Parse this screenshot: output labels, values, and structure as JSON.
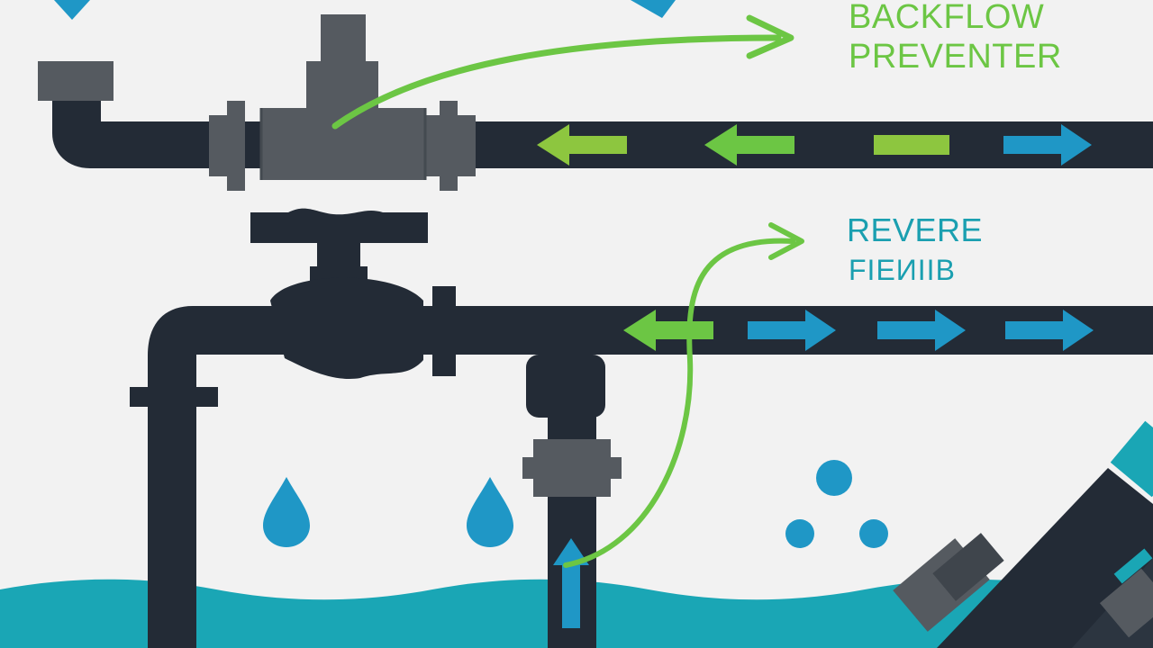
{
  "labels": {
    "backflow": "BACKFLOW",
    "preventer": "PREVENTER",
    "reverse": "REVERE",
    "flow": "FIEИIIB"
  },
  "colors": {
    "background": "#f2f2f2",
    "pipe": "#232b36",
    "valve": "#555a60",
    "accent_green": "#6cc644",
    "accent_lime": "#8dc63f",
    "accent_blue": "#1f97c6",
    "water_teal": "#1aa6b5",
    "text_green": "#6cc644",
    "text_teal": "#1a9fb0"
  },
  "icons": [
    "water-drop-icon",
    "flow-arrow-left-icon",
    "flow-arrow-right-icon",
    "valve-handle-icon",
    "backflow-curve-arrow-icon"
  ]
}
